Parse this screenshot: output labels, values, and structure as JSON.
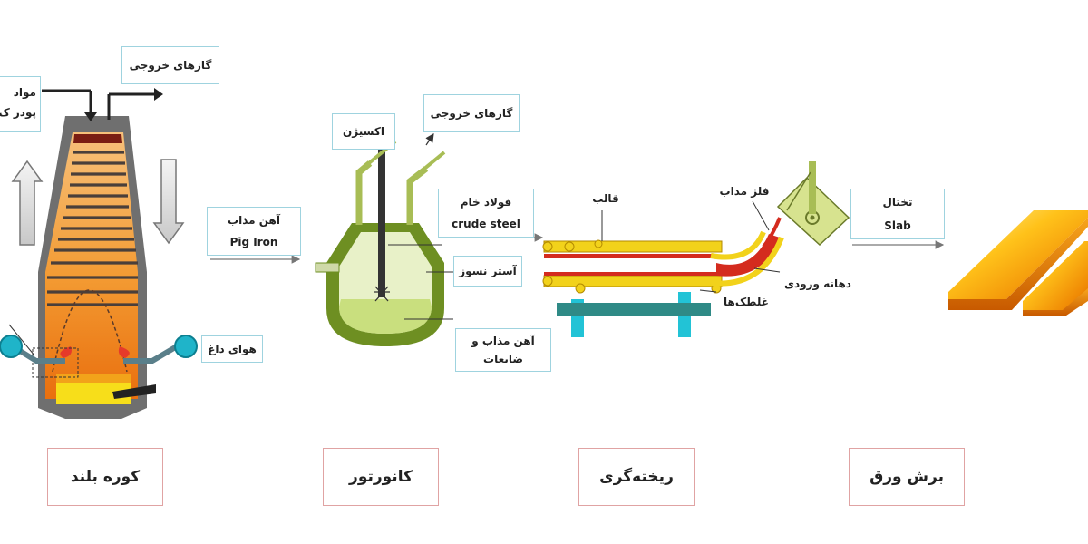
{
  "labels": {
    "bf_materials_line1": "مواد",
    "bf_materials_line2": "پودر ک",
    "bf_exhaust": "گازهای خروجی",
    "bf_hot_air": "هوای داغ",
    "pig_iron_fa": "آهن مذاب",
    "pig_iron_en": "Pig Iron",
    "conv_oxygen": "اکسیژن",
    "conv_exhaust": "گازهای خروجی",
    "crude_steel_fa": "فولاد خام",
    "crude_steel_en": "crude steel",
    "conv_lining": "آستر نسوز",
    "conv_molten_line1": "آهن مذاب و",
    "conv_molten_line2": "ضایعات",
    "cast_mold": "قالب",
    "cast_molten_metal": "فلز مذاب",
    "cast_nozzle": "دهانه ورودی",
    "cast_rollers": "غلطک‌ها",
    "slab_fa": "تختال",
    "slab_en": "Slab"
  },
  "stages": [
    {
      "label": "کوره بلند"
    },
    {
      "label": "کانورتور"
    },
    {
      "label": "ریخته‌گری"
    },
    {
      "label": "برش ورق"
    }
  ],
  "colors": {
    "label_border": "#9fd3df",
    "stage_border": "#e0a3a3",
    "furnace_orange": "#f28c1c",
    "converter_green": "#7a9a2e",
    "caster_yellow": "#f2d21b",
    "roller_teal": "#3a8b8b",
    "molten_red": "#d42b1e"
  }
}
